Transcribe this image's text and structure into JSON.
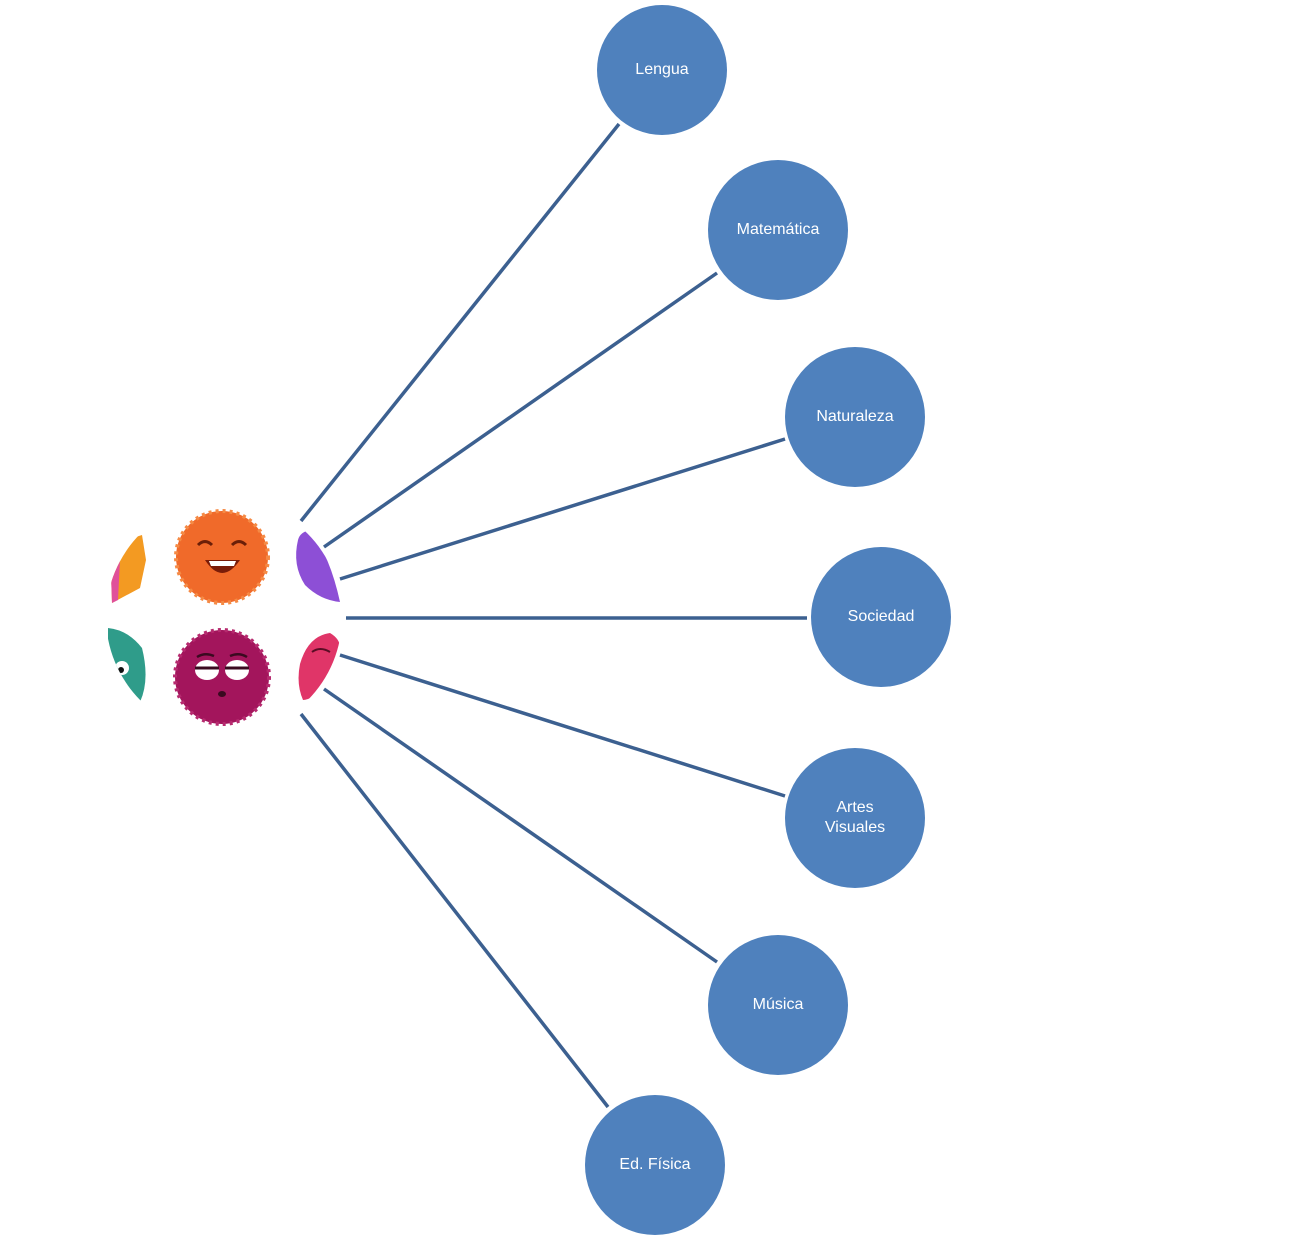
{
  "diagram": {
    "colors": {
      "node_fill": "#4f81bd",
      "connector": "#3c6090",
      "label_text": "#ffffff"
    },
    "hub": {
      "icon": "fuzzy-monster-faces-icon",
      "monsters": [
        {
          "name": "orange-monster-partial",
          "color": "#f39a22"
        },
        {
          "name": "orange-monster-laughing",
          "color": "#f06a2a"
        },
        {
          "name": "purple-monster-partial",
          "color": "#8d4fd6"
        },
        {
          "name": "teal-monster-partial",
          "color": "#2f9c8a"
        },
        {
          "name": "magenta-monster-sad",
          "color": "#a3155c"
        },
        {
          "name": "pink-monster-partial",
          "color": "#e03568"
        }
      ]
    },
    "nodes": [
      {
        "id": "lengua",
        "label": "Lengua"
      },
      {
        "id": "matematica",
        "label": "Matemática"
      },
      {
        "id": "naturaleza",
        "label": "Naturaleza"
      },
      {
        "id": "sociedad",
        "label": "Sociedad"
      },
      {
        "id": "artes-visuales",
        "label": "Artes\nVisuales"
      },
      {
        "id": "musica",
        "label": "Música"
      },
      {
        "id": "ed-fisica",
        "label": "Ed. Física"
      }
    ]
  }
}
